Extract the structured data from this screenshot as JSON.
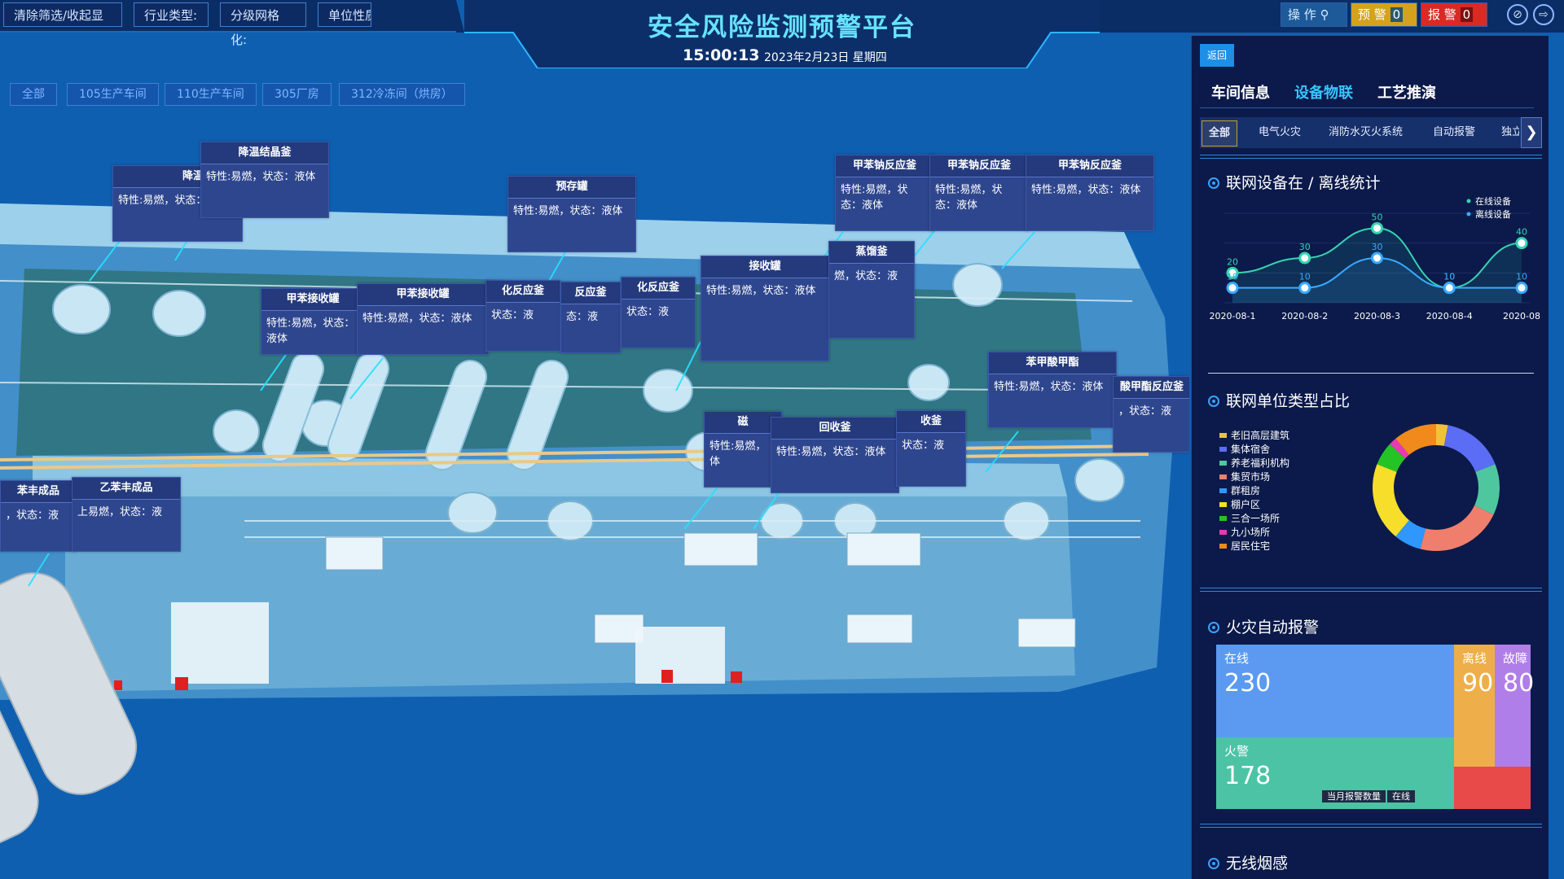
{
  "header": {
    "title": "安全风险监测预警平台",
    "time": "15:00:13",
    "date": "2023年2月23日 星期四"
  },
  "filters": [
    {
      "label": "清除筛选/收起显"
    },
    {
      "label": "行业类型:"
    },
    {
      "label": "分级网格化:"
    },
    {
      "label": "单位性质"
    }
  ],
  "top_right": {
    "operate_label": "操 作",
    "warn_label": "预 警",
    "warn_count": "0",
    "alarm_label": "报 警",
    "alarm_count": "0"
  },
  "scene_tabs": [
    "全部",
    "105生产车间",
    "110生产车间",
    "305厂房",
    "312冷冻间（烘房）"
  ],
  "labels": [
    {
      "title": "降温结晶釜",
      "body": "特性:易燃，状态：液体"
    },
    {
      "title": "降温结晶釜",
      "body": "特性:易燃，状态：液体"
    },
    {
      "title": "预存罐",
      "body": "特性:易燃，状态：液体"
    },
    {
      "title": "甲苯钠反应釜",
      "body": "特性:易燃，状态：液体"
    },
    {
      "title": "甲苯钠反应釜",
      "body": "特性:易燃，状态：液体"
    },
    {
      "title": "甲苯钠反应釜",
      "body": "特性:易燃，状态：液体"
    },
    {
      "title": "甲苯接收罐",
      "body": "特性:易燃，状态：液体"
    },
    {
      "title": "甲苯接收罐",
      "body": "特性:易燃，状态：液体"
    },
    {
      "title": "化反应釜",
      "body": "状态：液"
    },
    {
      "title": "反应釜",
      "body": "态：液"
    },
    {
      "title": "化反应釜",
      "body": "状态：液"
    },
    {
      "title": "接收罐",
      "body": "特性:易燃，状态：液体"
    },
    {
      "title": "蒸馏釜",
      "body": "燃，状态：液"
    },
    {
      "title": "苯甲酸甲酯",
      "body": "特性:易燃，状态：液体"
    },
    {
      "title": "酸甲酯反应釜",
      "body": "，状态：液"
    },
    {
      "title": "回收釜",
      "body": "特性:易燃，状态：液体"
    },
    {
      "title": "收釜",
      "body": "状态：液"
    },
    {
      "title": "磁",
      "body": "特性:易燃，体"
    },
    {
      "title": "苯丰成品",
      "body": "，状态：液"
    },
    {
      "title": "乙苯丰成品",
      "body": "上易燃，状态：液"
    }
  ],
  "panel": {
    "back_label": "返回",
    "tabs": [
      "车间信息",
      "设备物联",
      "工艺推演"
    ],
    "active_tab": "设备物联",
    "subtabs": [
      "全部",
      "电气火灾",
      "消防水灭火系统",
      "自动报警",
      "独立"
    ],
    "sections": {
      "online_stats": "联网设备在 / 离线统计",
      "unit_types": "联网单位类型占比",
      "fire_alarm": "火灾自动报警",
      "smoke": "无线烟感"
    }
  },
  "chart_data": [
    {
      "type": "line",
      "x": [
        "2020-08-1",
        "2020-08-2",
        "2020-08-3",
        "2020-08-4",
        "2020-08"
      ],
      "series": [
        {
          "name": "在线设备",
          "values": [
            20,
            30,
            50,
            10,
            40
          ],
          "color": "#35d4b0"
        },
        {
          "name": "离线设备",
          "values": [
            10,
            10,
            30,
            10,
            10
          ],
          "color": "#3aa9ff"
        }
      ],
      "ylim": [
        0,
        60
      ]
    },
    {
      "type": "pie",
      "categories": [
        "老旧高层建筑",
        "集体宿舍",
        "养老福利机构",
        "集贸市场",
        "群租房",
        "棚户区",
        "三合一场所",
        "九小场所",
        "居民住宅"
      ],
      "values": [
        3,
        16,
        13,
        22,
        7,
        20,
        6,
        2,
        11
      ],
      "colors": [
        "#f0c23a",
        "#5b6cf5",
        "#4fc79e",
        "#ef7f6c",
        "#2f97ff",
        "#f6de2a",
        "#24c424",
        "#e73ab3",
        "#f08a1c"
      ]
    },
    {
      "type": "treemap",
      "categories": [
        "在线",
        "离线",
        "故障",
        "火警"
      ],
      "values": [
        230,
        90,
        80,
        178
      ],
      "colors": [
        "#5b9af0",
        "#eeae49",
        "#b07ee8",
        "#4cc3a5"
      ]
    }
  ],
  "fire_tiles": {
    "tooltip_a": "当月报警数量",
    "tooltip_b": "在线"
  }
}
